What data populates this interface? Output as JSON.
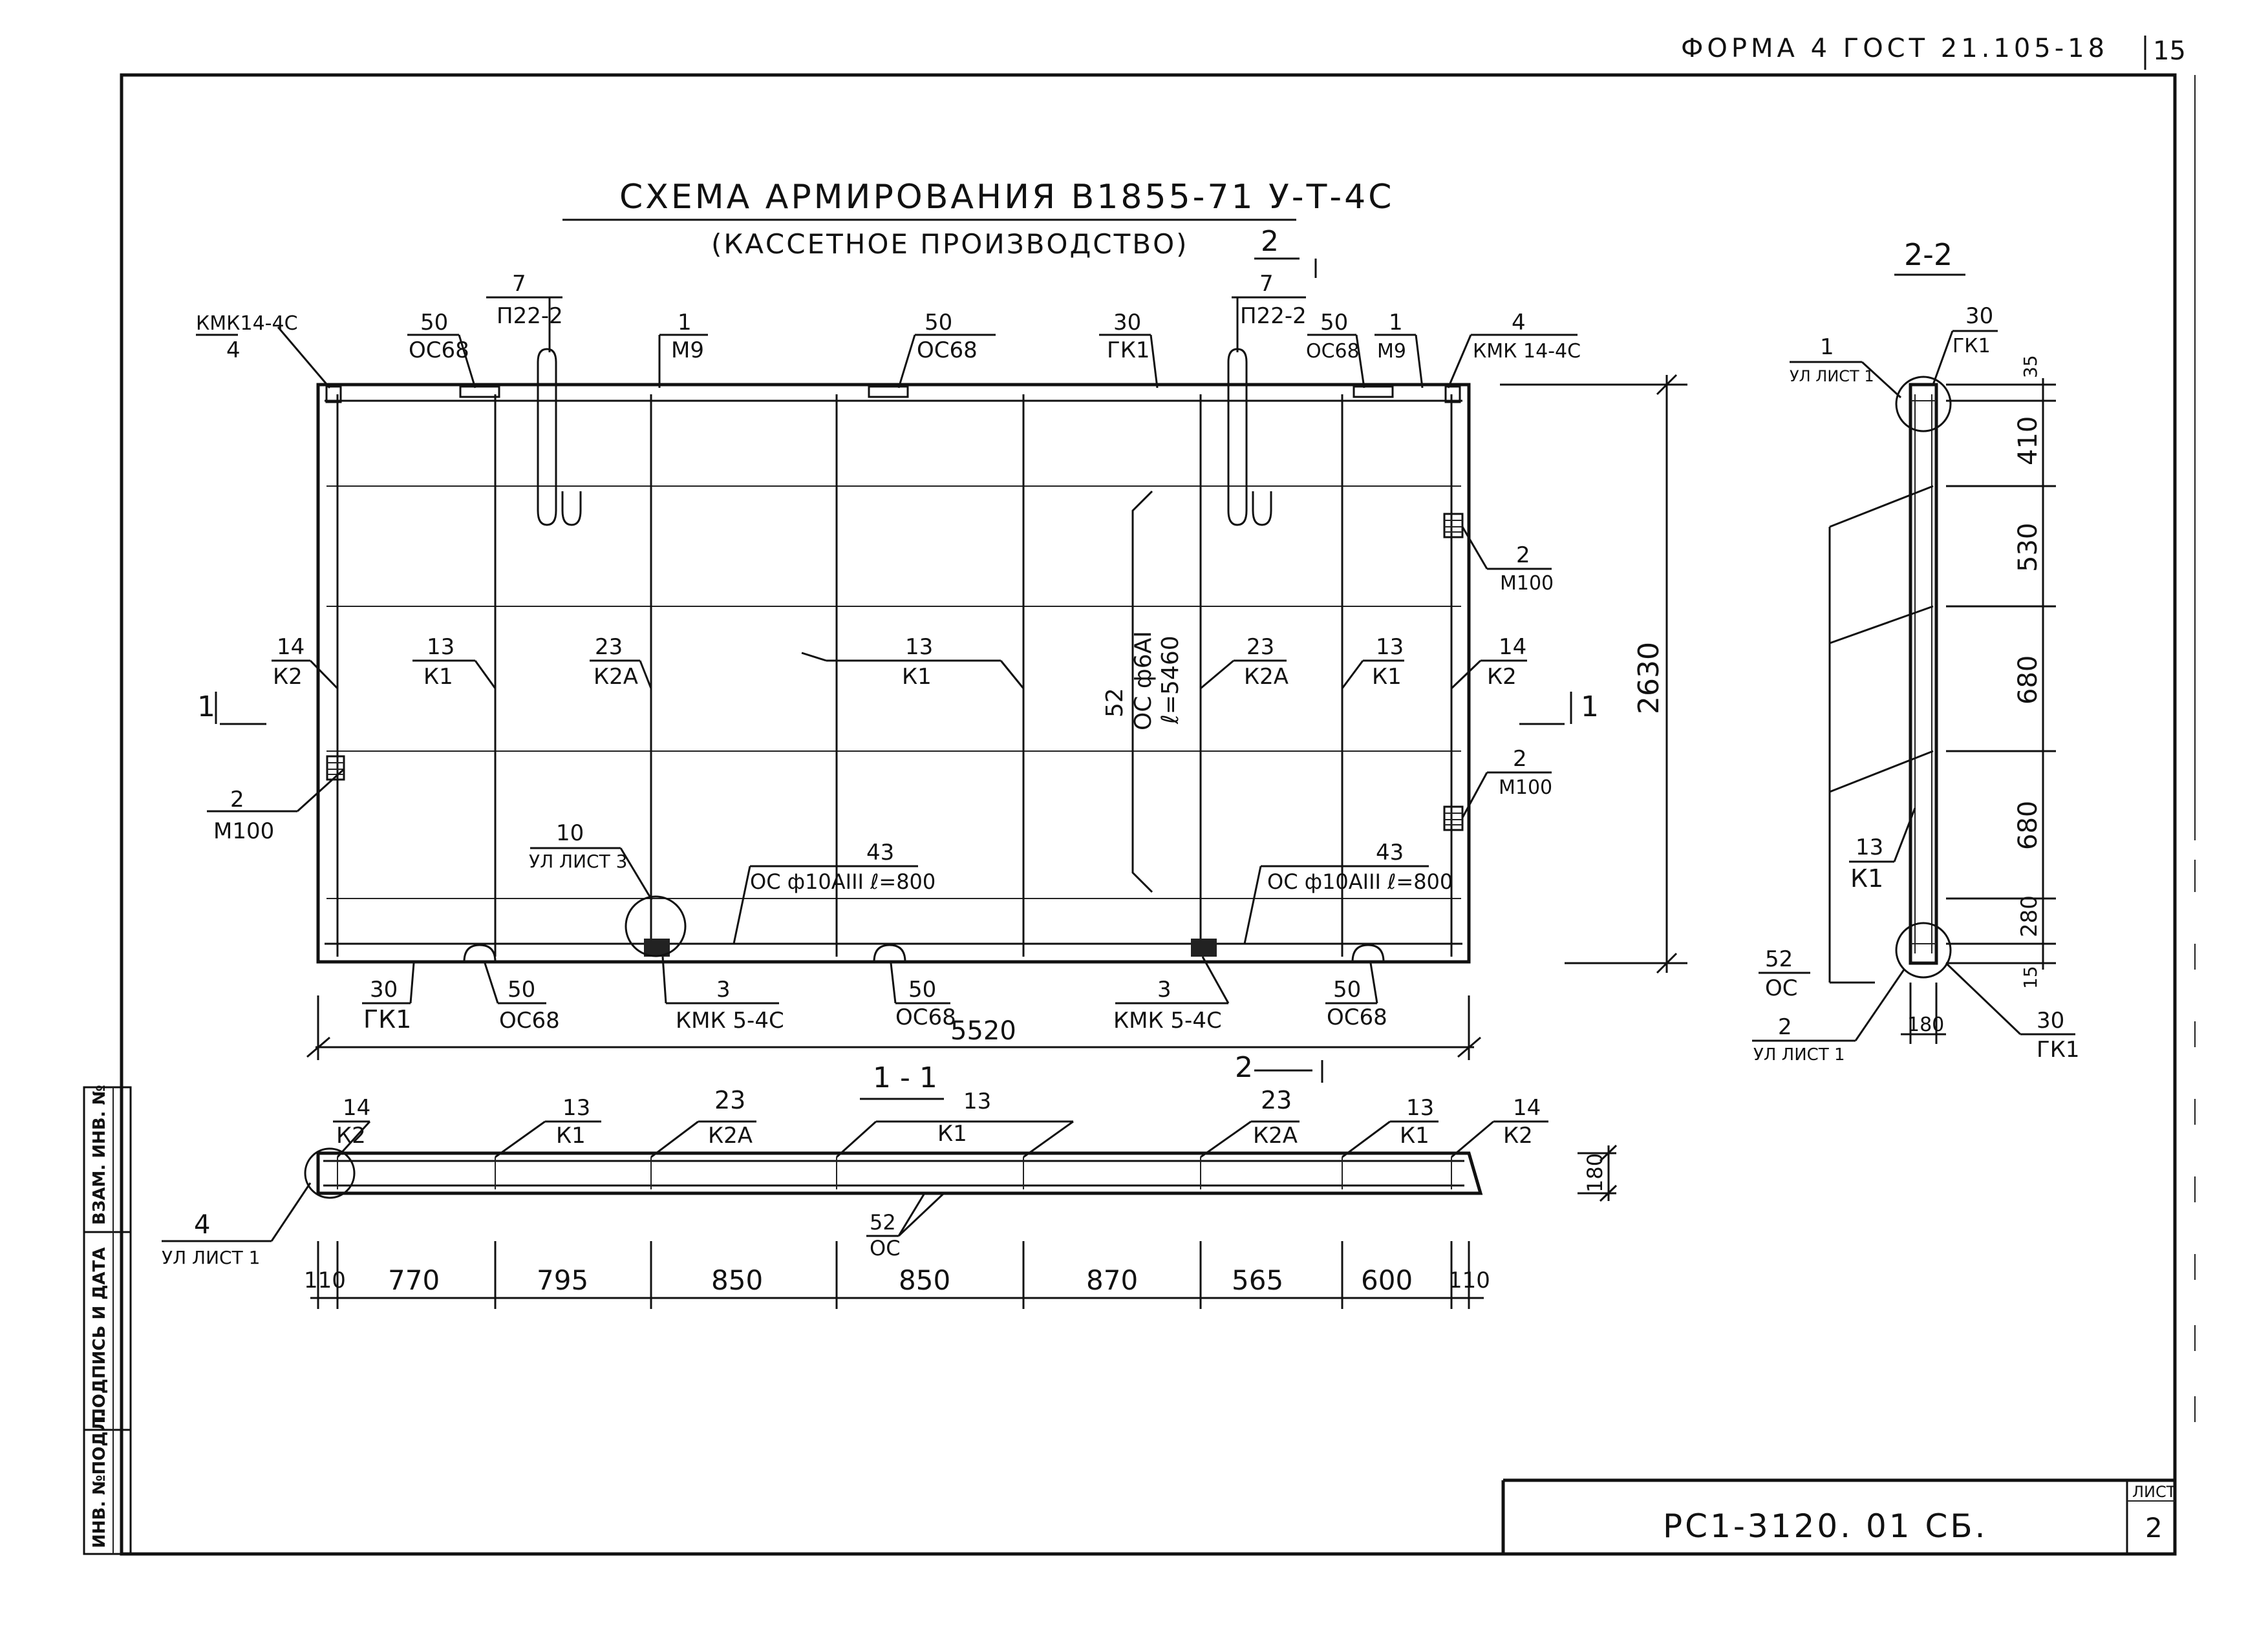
{
  "header": {
    "form_label": "ФОРМА 4 ГОСТ 21.105-18",
    "page_number": "15"
  },
  "title": {
    "main": "СХЕМА АРМИРОВАНИЯ В1855-71 У-Т-4С",
    "sub": "(КАССЕТНОЕ ПРОИЗВОДСТВО)"
  },
  "main_view": {
    "section_marks": [
      "2",
      "2",
      "1",
      "1"
    ],
    "top_labels": [
      {
        "num": "4",
        "name": "КМК14-4С"
      },
      {
        "num": "7",
        "name": "П22-2"
      },
      {
        "num": "50",
        "name": "ОС68"
      },
      {
        "num": "1",
        "name": "М9"
      },
      {
        "num": "50",
        "name": "ОС68"
      },
      {
        "num": "30",
        "name": "ГК1"
      },
      {
        "num": "7",
        "name": "П22-2"
      },
      {
        "num": "50",
        "name": "ОС68"
      },
      {
        "num": "1",
        "name": "М9"
      },
      {
        "num": "4",
        "name": "КМК 14-4С"
      }
    ],
    "middle_labels": [
      {
        "num": "14",
        "name": "К2"
      },
      {
        "num": "13",
        "name": "К1"
      },
      {
        "num": "23",
        "name": "К2А"
      },
      {
        "num": "13",
        "name": "К1"
      },
      {
        "num": "23",
        "name": "К2А"
      },
      {
        "num": "13",
        "name": "К1"
      },
      {
        "num": "14",
        "name": "К2"
      }
    ],
    "side_labels": [
      {
        "num": "2",
        "name": "М100"
      },
      {
        "num": "2",
        "name": "М100"
      },
      {
        "num": "2",
        "name": "М100"
      }
    ],
    "long_bar": {
      "num": "52",
      "name": "ОС ф6АI",
      "len": "ℓ=5460"
    },
    "ref_detail": {
      "num": "10",
      "name": "УЛ ЛИСТ 3"
    },
    "short_bars": [
      {
        "num": "43",
        "name": "ОС ф10АIII ℓ=800"
      },
      {
        "num": "43",
        "name": "ОС ф10АIII ℓ=800"
      }
    ],
    "bottom_labels": [
      {
        "num": "30",
        "name": "ГК1"
      },
      {
        "num": "50",
        "name": "ОС68"
      },
      {
        "num": "3",
        "name": "КМК 5-4С"
      },
      {
        "num": "50",
        "name": "ОС68"
      },
      {
        "num": "3",
        "name": "КМК 5-4С"
      },
      {
        "num": "50",
        "name": "ОС68"
      }
    ],
    "dim_width": "5520",
    "dim_height": "2630"
  },
  "section_1_1": {
    "title": "1 - 1",
    "labels": [
      {
        "num": "14",
        "name": "К2"
      },
      {
        "num": "13",
        "name": "К1"
      },
      {
        "num": "23",
        "name": "К2А"
      },
      {
        "num": "13",
        "name": "К1"
      },
      {
        "num": "23",
        "name": "К2А"
      },
      {
        "num": "13",
        "name": "К1"
      },
      {
        "num": "14",
        "name": "К2"
      }
    ],
    "bar_label": {
      "num": "52",
      "name": "ОС"
    },
    "ref_detail": {
      "num": "4",
      "name": "УЛ ЛИСТ 1"
    },
    "dim_thickness": "180",
    "dims": [
      "110",
      "770",
      "795",
      "850",
      "850",
      "870",
      "565",
      "600",
      "110"
    ]
  },
  "section_2_2": {
    "title": "2-2",
    "top_left": {
      "num": "1",
      "name": "УЛ ЛИСТ 1"
    },
    "top_right": {
      "num": "30",
      "name": "ГК1"
    },
    "mid": {
      "num": "13",
      "name": "К1"
    },
    "bottom_left": {
      "num": "52",
      "name": "ОС"
    },
    "detail": {
      "num": "2",
      "name": "УЛ ЛИСТ 1"
    },
    "bottom_right": {
      "num": "30",
      "name": "ГК1"
    },
    "dims": [
      "35",
      "410",
      "530",
      "680",
      "680",
      "280",
      "15"
    ],
    "width": "180"
  },
  "stamp_column": [
    "ИНВ. №ПОДЛ.",
    "ПОДПИСЬ И ДАТА",
    "ВЗАМ. ИНВ. №"
  ],
  "title_block": {
    "code": "РС1-3120. 01 СБ.",
    "sheet_label": "ЛИСТ",
    "sheet_number": "2"
  }
}
